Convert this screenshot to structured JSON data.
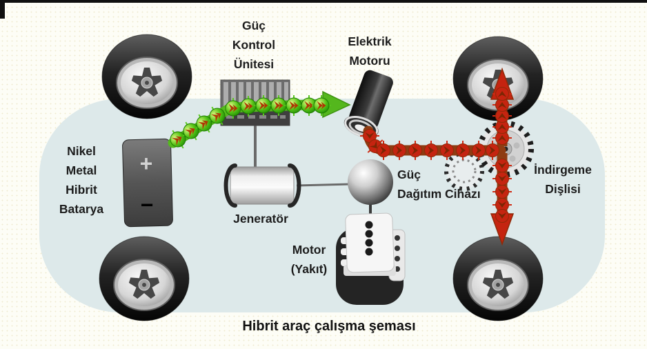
{
  "diagram": {
    "caption": "Hibrit araç çalışma şeması",
    "components": {
      "battery": {
        "label_lines": [
          "Nikel",
          "Metal",
          "Hibrit",
          "Batarya"
        ],
        "plus": "+",
        "minus": "−"
      },
      "power_control_unit": {
        "label_lines": [
          "Güç",
          "Kontrol",
          "Ünitesi"
        ]
      },
      "electric_motor": {
        "label_lines": [
          "Elektrik",
          "Motoru"
        ]
      },
      "generator": {
        "label": "Jeneratör"
      },
      "power_split_device": {
        "label_lines": [
          "Güç",
          "Dağıtım Cihazı"
        ]
      },
      "engine": {
        "label_lines": [
          "Motor",
          "(Yakıt)"
        ]
      },
      "reduction_gear": {
        "label_lines": [
          "İndirgeme",
          "Dişlisi"
        ]
      }
    },
    "flows": {
      "electric_flow": {
        "from": "battery",
        "through": "power-control-unit",
        "to": "electric-motor",
        "color": "#54b71d"
      },
      "mechanical_flow": {
        "from": "electric-motor",
        "through": "reduction-gear",
        "to": "right-wheels",
        "color": "#c52410"
      }
    },
    "colors": {
      "car_body": "#dde9ea",
      "background": "#fdfdf6",
      "label_text": "#1c1c1c",
      "green_arrow": "#54b71d",
      "red_arrow_band": "#8e3c12",
      "red_orb": "#c52410"
    }
  }
}
